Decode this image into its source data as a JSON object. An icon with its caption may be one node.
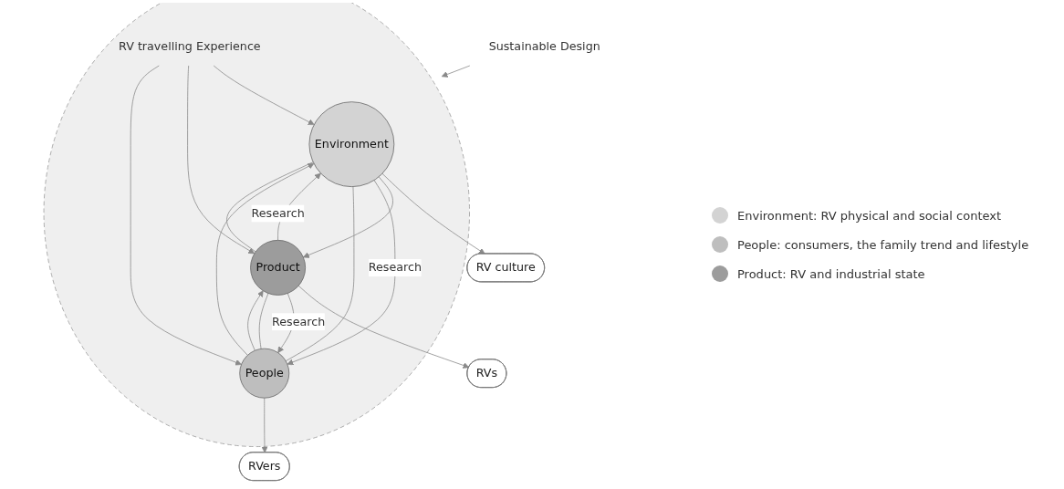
{
  "diagram": {
    "nodes": [
      {
        "text": [
          "RV culture"
        ]
      },
      {
        "text": [],
        "shape": "circle"
      },
      {
        "text": [
          "Environment"
        ],
        "in": 1
      },
      {
        "text": [
          "RV travelling Experience"
        ],
        "in": 1
      },
      {
        "text": [
          "Product"
        ],
        "in": 1
      },
      {
        "text": [
          "People"
        ],
        "in": 1
      },
      {
        "text": [
          "Sustainable Design"
        ]
      },
      {
        "text": [
          "RVs"
        ]
      },
      {
        "text": [
          "RVers"
        ]
      }
    ],
    "edges": [
      {
        "from": 2,
        "to": 0,
        "arrow": "to"
      },
      {
        "from": 4,
        "to": 7,
        "arrow": "to"
      },
      {
        "from": 5,
        "to": 8,
        "arrow": "to"
      },
      {
        "from": 4,
        "to": 2,
        "arrow": "to",
        "label": "Research"
      },
      {
        "from": 2,
        "to": 4,
        "arrow": "to"
      },
      {
        "from": 5,
        "to": 2,
        "arrow": "to"
      },
      {
        "from": 2,
        "to": 5,
        "arrow": "to",
        "label": "Research"
      },
      {
        "from": 5,
        "to": 4,
        "arrow": "to"
      },
      {
        "from": 4,
        "to": 5,
        "arrow": "to",
        "label": "Research"
      },
      {
        "from": 4,
        "to": 2,
        "arrow": "none"
      },
      {
        "from": 2,
        "to": 5,
        "arrow": "none"
      },
      {
        "from": 4,
        "to": 5,
        "arrow": "none"
      },
      {
        "from": 3,
        "to": 2,
        "arrow": "to"
      },
      {
        "from": 3,
        "to": 4,
        "arrow": "to"
      },
      {
        "from": 3,
        "to": 5,
        "arrow": "to"
      },
      {
        "from": 6,
        "to": 1,
        "arrow": "to"
      }
    ],
    "legend": [
      {
        "text": "Environment: RV physical and social context",
        "color": "#d3d3d3"
      },
      {
        "text": "People: consumers, the family trend and lifestyle",
        "color": "#bebebe"
      },
      {
        "text": "Product: RV and industrial state",
        "color": "#9c9c9c"
      }
    ]
  }
}
